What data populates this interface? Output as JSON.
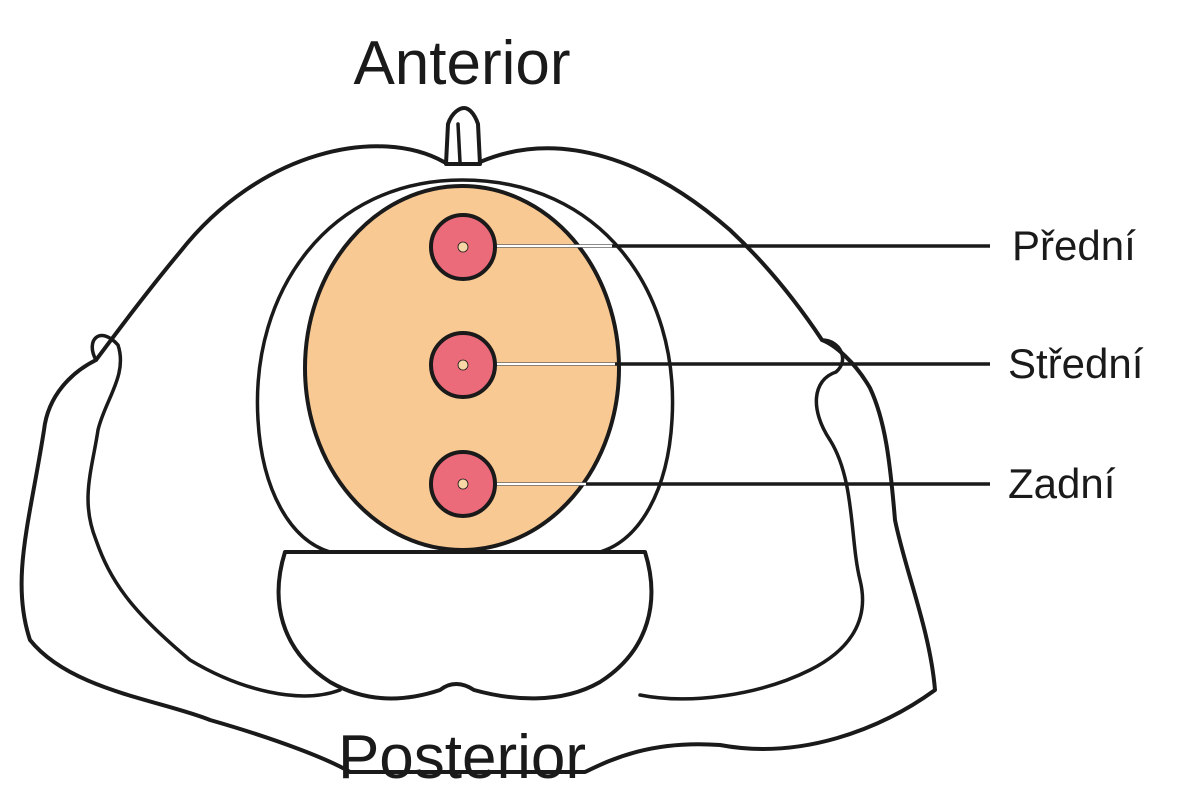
{
  "labels": {
    "top": "Anterior",
    "bottom": "Posterior"
  },
  "sites": [
    {
      "label": "Přední"
    },
    {
      "label": "Střední"
    },
    {
      "label": "Zadní"
    }
  ],
  "colors": {
    "region_fill": "#f9c993",
    "site_fill": "#ec6b7b",
    "site_center": "#f7d7a6",
    "outline": "#1a1a1a",
    "leader_highlight": "#ffffff"
  }
}
